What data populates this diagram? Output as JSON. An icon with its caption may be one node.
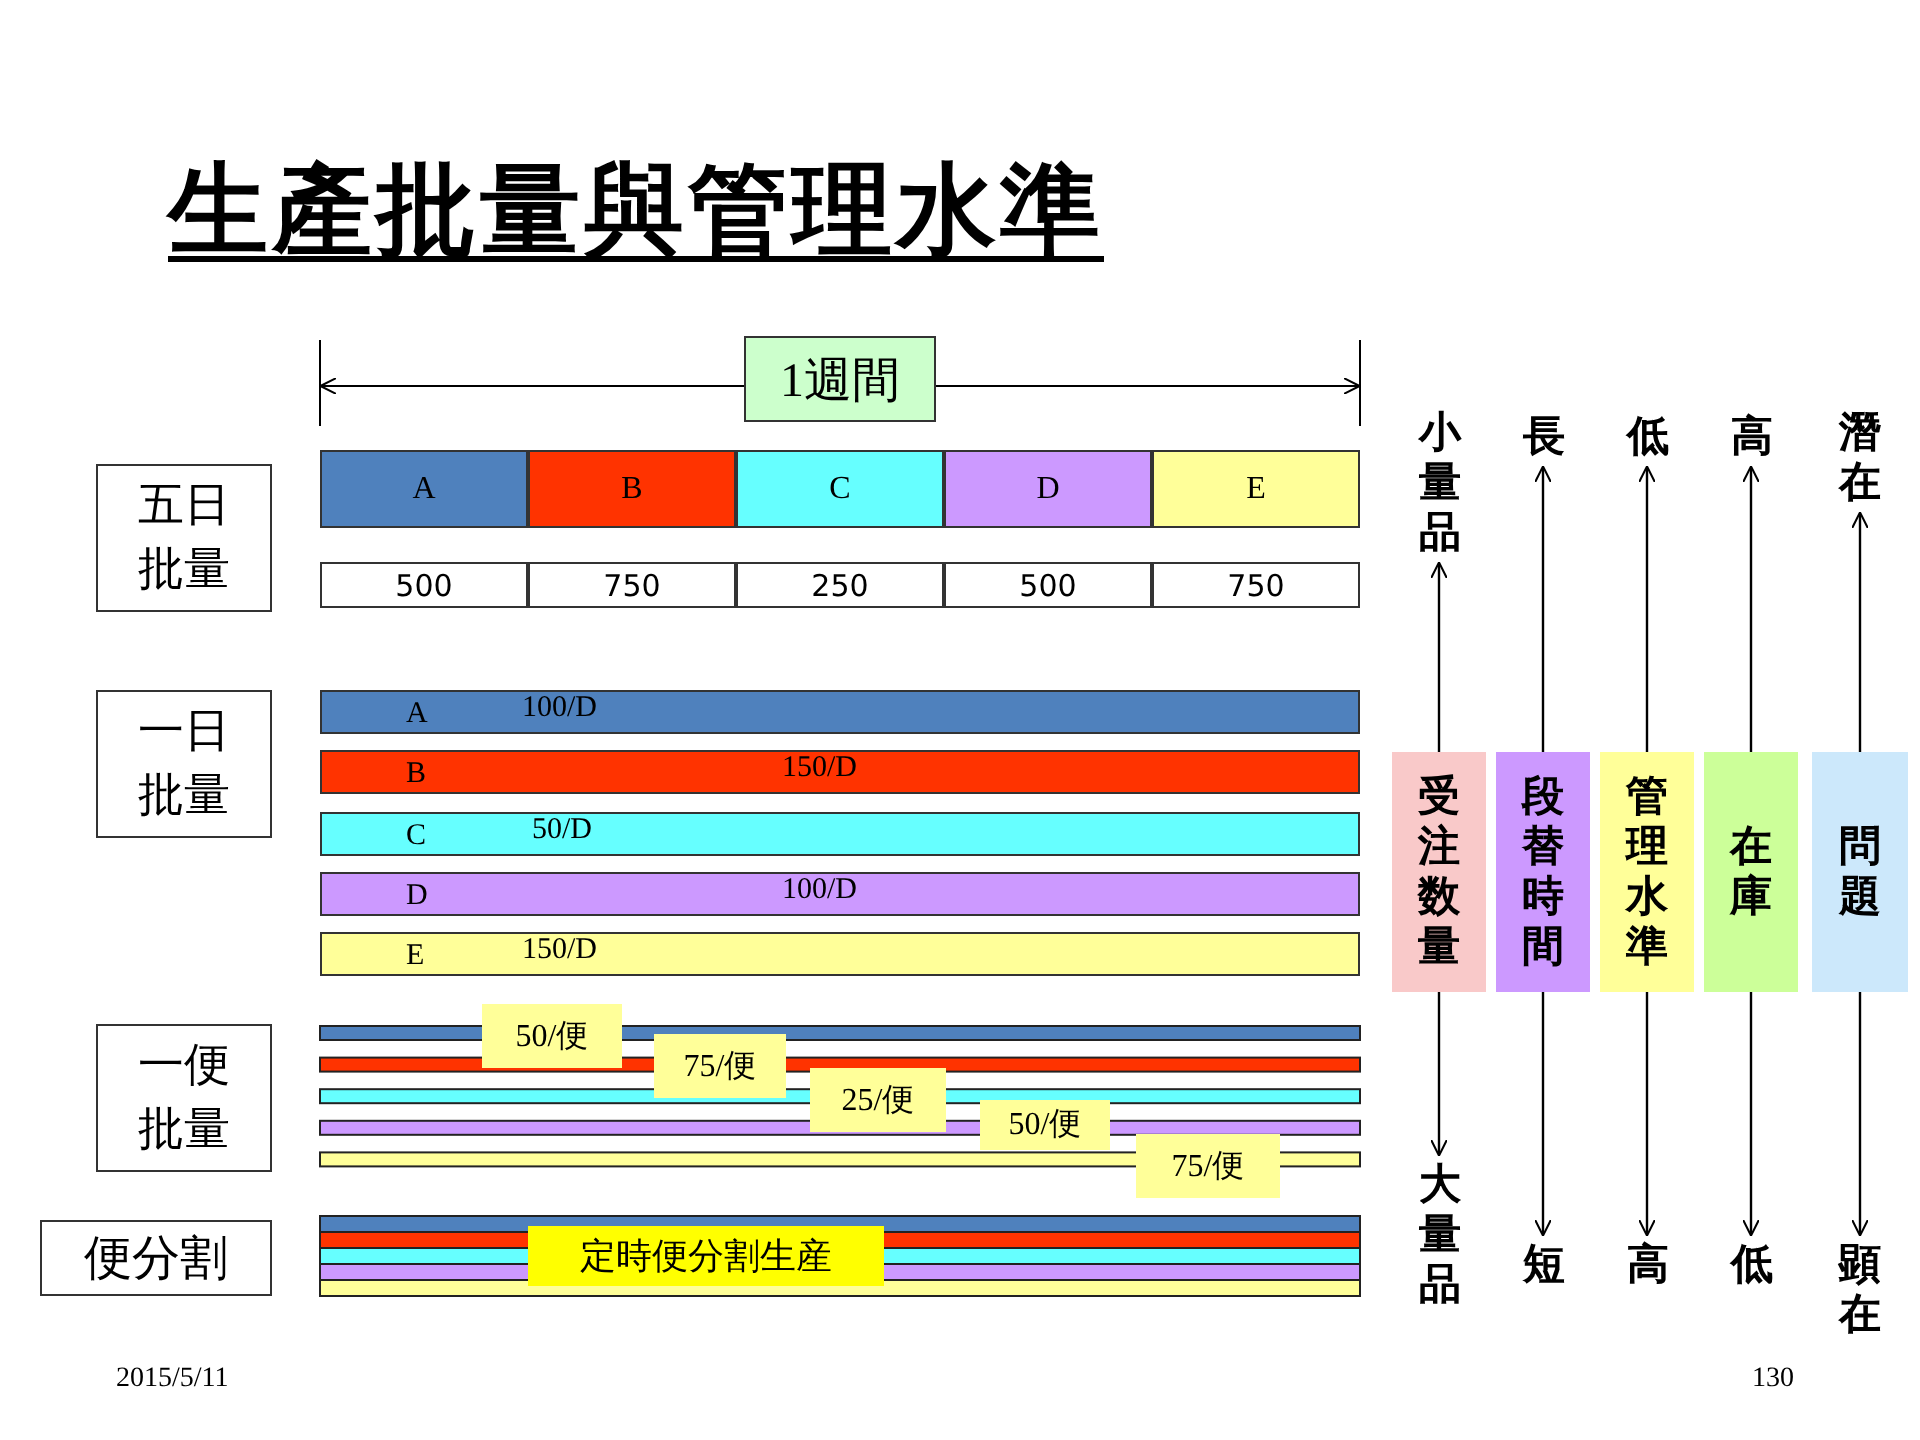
{
  "diagram": {
    "title": "生產批量與管理水準",
    "nodes": [
      {
        "text": [
          "1週間"
        ]
      },
      {
        "text": [
          "五日批量"
        ]
      },
      {
        "text": [
          "A"
        ]
      },
      {
        "text": [
          "B"
        ]
      },
      {
        "text": [
          "C"
        ]
      },
      {
        "text": [
          "D"
        ]
      },
      {
        "text": [
          "E"
        ]
      },
      {
        "text": [
          "500"
        ]
      },
      {
        "text": [
          "750"
        ]
      },
      {
        "text": [
          "250"
        ]
      },
      {
        "text": [
          "500"
        ]
      },
      {
        "text": [
          "750"
        ]
      },
      {
        "text": [
          "一日批量"
        ]
      },
      {
        "text": [
          "A",
          "100/D"
        ]
      },
      {
        "text": [
          "B",
          "150/D"
        ]
      },
      {
        "text": [
          "C",
          "50/D"
        ]
      },
      {
        "text": [
          "D",
          "100/D"
        ]
      },
      {
        "text": [
          "E",
          "150/D"
        ]
      },
      {
        "text": [
          "一便批量"
        ]
      },
      {
        "text": [
          "50/便"
        ]
      },
      {
        "text": [
          "75/便"
        ]
      },
      {
        "text": [
          "25/便"
        ]
      },
      {
        "text": [
          "50/便"
        ]
      },
      {
        "text": [
          "75/便"
        ]
      },
      {
        "text": [
          "便分割"
        ]
      },
      {
        "text": [
          "定時便分割生産"
        ]
      },
      {
        "text": [
          "小量品"
        ]
      },
      {
        "text": [
          "長"
        ]
      },
      {
        "text": [
          "低"
        ]
      },
      {
        "text": [
          "高"
        ]
      },
      {
        "text": [
          "潛在"
        ]
      },
      {
        "text": [
          "受注数量"
        ]
      },
      {
        "text": [
          "段替時間"
        ]
      },
      {
        "text": [
          "管理水準"
        ]
      },
      {
        "text": [
          "在庫"
        ]
      },
      {
        "text": [
          "問題"
        ]
      },
      {
        "text": [
          "大量品"
        ]
      },
      {
        "text": [
          "短"
        ]
      },
      {
        "text": [
          "高"
        ]
      },
      {
        "text": [
          "低"
        ]
      },
      {
        "text": [
          "顕在"
        ]
      }
    ],
    "edges": [
      {
        "from": 31,
        "to": 26,
        "arrow": "to"
      },
      {
        "from": 32,
        "to": 27,
        "arrow": "to"
      },
      {
        "from": 33,
        "to": 28,
        "arrow": "to"
      },
      {
        "from": 34,
        "to": 29,
        "arrow": "to"
      },
      {
        "from": 35,
        "to": 30,
        "arrow": "to"
      },
      {
        "from": 31,
        "to": 36,
        "arrow": "to"
      },
      {
        "from": 32,
        "to": 37,
        "arrow": "to"
      },
      {
        "from": 33,
        "to": 38,
        "arrow": "to"
      },
      {
        "from": 34,
        "to": 39,
        "arrow": "to"
      },
      {
        "from": 35,
        "to": 40,
        "arrow": "to"
      }
    ],
    "labels": [
      "2015/5/11",
      "130"
    ]
  }
}
